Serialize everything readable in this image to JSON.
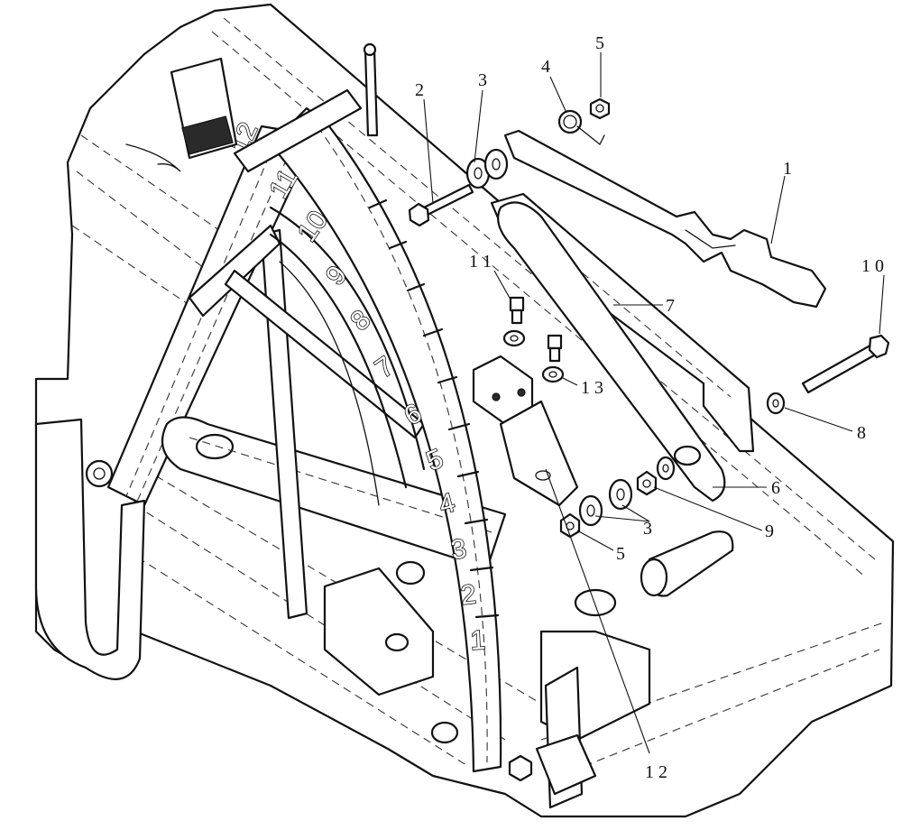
{
  "callouts": [
    {
      "id": "1",
      "text": "1"
    },
    {
      "id": "2",
      "text": "2"
    },
    {
      "id": "3a",
      "text": "3"
    },
    {
      "id": "4",
      "text": "4"
    },
    {
      "id": "5a",
      "text": "5"
    },
    {
      "id": "11",
      "text": "1 1"
    },
    {
      "id": "7",
      "text": "7"
    },
    {
      "id": "10",
      "text": "1 0"
    },
    {
      "id": "13",
      "text": "1 3"
    },
    {
      "id": "8",
      "text": "8"
    },
    {
      "id": "6",
      "text": "6"
    },
    {
      "id": "3b",
      "text": "3"
    },
    {
      "id": "9",
      "text": "9"
    },
    {
      "id": "5b",
      "text": "5"
    },
    {
      "id": "12",
      "text": "1 2"
    }
  ],
  "scale_numbers": [
    "12",
    "11",
    "10",
    "9",
    "8",
    "7",
    "6",
    "5",
    "4",
    "3",
    "2",
    "1"
  ]
}
